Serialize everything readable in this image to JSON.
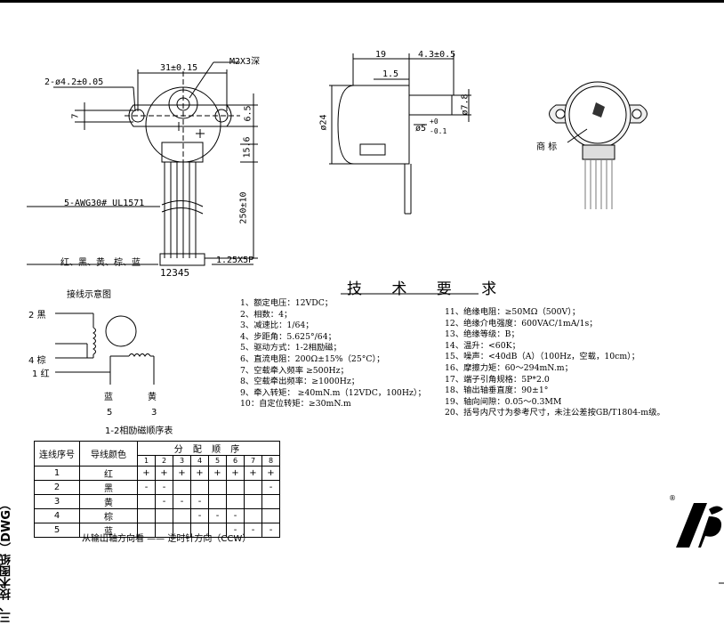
{
  "top_view": {
    "hole_dim": "2-ø4.2±0.05",
    "width_dim": "31±0.15",
    "screw_dim": "M2X3深",
    "dim_7": "7",
    "dim_6_5": "6.5",
    "dim_15_6": "15.6",
    "dim_250": "250±10",
    "wire_label": "5-AWG30# UL1571",
    "wire_colors": "红、黑、黄、棕、蓝",
    "pin_numbers": "12345",
    "connector": "1.25X5P"
  },
  "side_view": {
    "dim_19": "19",
    "dim_4_3": "4.3±0.5",
    "dim_1_5": "1.5",
    "dim_24": "ø24",
    "dim_7_8": "ø7.8",
    "shaft_tol_plus": "+0",
    "shaft_dim": "ø5",
    "shaft_tol_minus": "-0.1"
  },
  "photo_label": "商 标",
  "spec": {
    "title": "技 术 要 求",
    "left_items": [
      "1、额定电压：12VDC；",
      "2、相数：4；",
      "3、减速比：1/64；",
      "4、步距角：5.625°/64；",
      "5、驱动方式：1-2相励磁；",
      "6、直流电阻：200Ω±15%（25°C）；",
      "7、空载牵入频率 ≥500Hz；",
      "8、空载牵出频率：≥1000Hz；",
      "9、牵入转矩：  ≥40mN.m（12VDC，100Hz）；",
      "10：自定位转矩：≥30mN.m"
    ],
    "right_items": [
      "11、绝缘电阻：≥50MΩ（500V）；",
      "12、绝缘介电强度：600VAC/1mA/1s；",
      "13、绝缘等级：B；",
      "14、温升：<60K；",
      "15、噪声：<40dB（A）（100Hz，空载，10cm）；",
      "16、摩擦力矩：60～294mN.m；",
      "17、端子引角规格：5P*2.0",
      "18、输出轴垂直度：90±1°",
      "19、轴向间隙：0.05～0.3MM",
      "20、括号内尺寸为参考尺寸，未注公差按GB/T1804-m级。"
    ]
  },
  "wiring": {
    "title": "接线示意图",
    "labels": [
      {
        "num": "2",
        "color": "黑"
      },
      {
        "num": "4",
        "color": "棕"
      },
      {
        "num": "1",
        "color": "红"
      }
    ],
    "bottom": [
      {
        "color": "蓝",
        "num": "5"
      },
      {
        "color": "黄",
        "num": "3"
      }
    ],
    "caption": "1-2相励磁顺序表"
  },
  "sequence_table": {
    "col1": "连线序号",
    "col2": "导线颜色",
    "header": "分 配 顺 序",
    "steps": [
      "1",
      "2",
      "3",
      "4",
      "5",
      "6",
      "7",
      "8"
    ],
    "rows": [
      {
        "no": "1",
        "color": "红",
        "cells": [
          "+",
          "+",
          "+",
          "+",
          "+",
          "+",
          "+",
          "+"
        ]
      },
      {
        "no": "2",
        "color": "黑",
        "cells": [
          "-",
          "-",
          "",
          "",
          "",
          "",
          "",
          "-"
        ]
      },
      {
        "no": "3",
        "color": "黄",
        "cells": [
          "",
          "-",
          "-",
          "-",
          "",
          "",
          "",
          ""
        ]
      },
      {
        "no": "4",
        "color": "棕",
        "cells": [
          "",
          "",
          "",
          "-",
          "-",
          "-",
          "",
          ""
        ]
      },
      {
        "no": "5",
        "color": "蓝",
        "cells": [
          "",
          "",
          "",
          "",
          "",
          "-",
          "-",
          "-"
        ]
      }
    ],
    "note": "从输出轴方向看 —— 逆时针方向（CCW）"
  },
  "side_title": "三、技术图纸（DWG）",
  "registered": "®"
}
